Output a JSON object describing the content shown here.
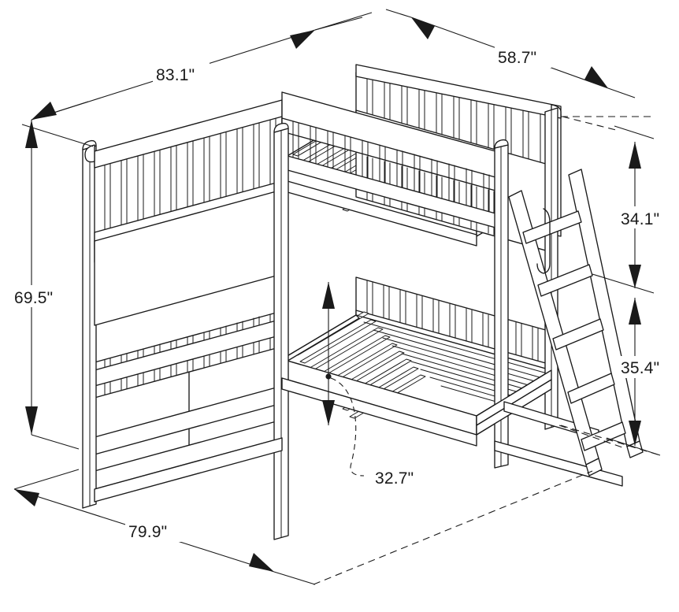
{
  "drawing": {
    "title": "Bunk Bed Isometric Dimension Drawing",
    "unit_symbol": "\"",
    "line_color": "#1a1a1a",
    "background_color": "#ffffff",
    "product": "bunk-bed"
  },
  "dimensions": {
    "overall_length_top": "83.1\"",
    "overall_width_top": "58.7\"",
    "overall_height": "69.5\"",
    "upper_bunk_clearance": "34.1\"",
    "lower_bunk_height": "35.4\"",
    "under_bed_clearance": "32.7\"",
    "overall_length_bottom": "79.9\""
  },
  "annotations": [
    {
      "id": "len-top",
      "label": "83.1\"",
      "kind": "linear-diagonal",
      "position": "top-left"
    },
    {
      "id": "width-top",
      "label": "58.7\"",
      "kind": "linear-diagonal",
      "position": "top-right"
    },
    {
      "id": "height",
      "label": "69.5\"",
      "kind": "linear-vertical",
      "position": "left"
    },
    {
      "id": "upper-gap",
      "label": "34.1\"",
      "kind": "linear-vertical",
      "position": "right-upper"
    },
    {
      "id": "lower-gap",
      "label": "35.4\"",
      "kind": "linear-vertical",
      "position": "right-lower"
    },
    {
      "id": "inner-gap",
      "label": "32.7\"",
      "kind": "leader-vertical",
      "position": "center"
    },
    {
      "id": "len-bottom",
      "label": "79.9\"",
      "kind": "linear-diagonal",
      "position": "bottom-left"
    }
  ]
}
